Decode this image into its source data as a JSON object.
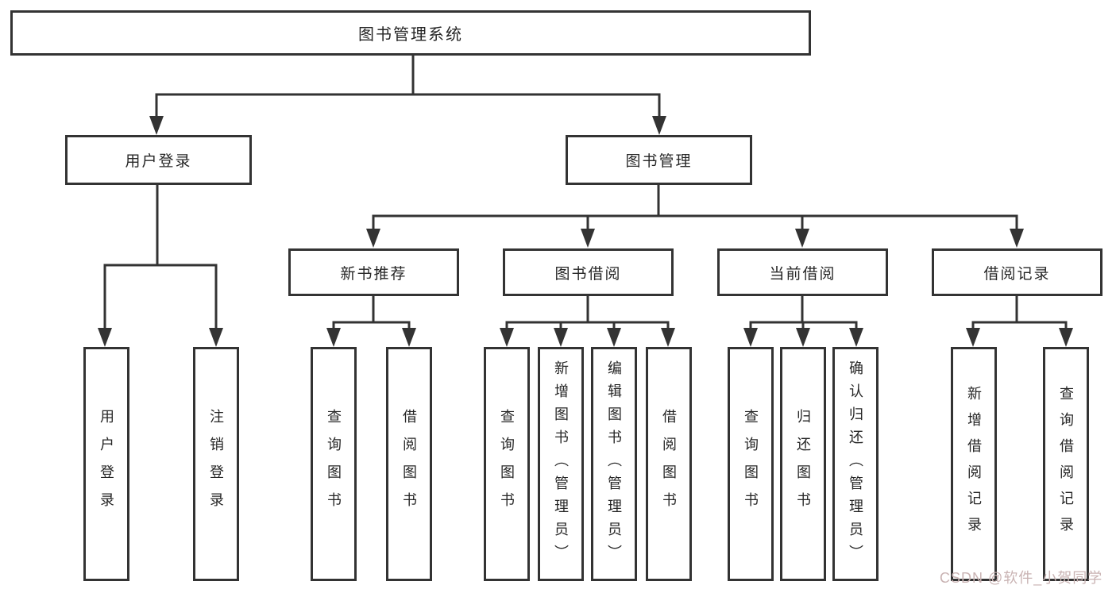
{
  "diagram": {
    "root": {
      "label": "图书管理系统"
    },
    "level2": [
      {
        "label": "用户登录"
      },
      {
        "label": "图书管理"
      }
    ],
    "level3": [
      {
        "label": "新书推荐",
        "parent": "图书管理"
      },
      {
        "label": "图书借阅",
        "parent": "图书管理"
      },
      {
        "label": "当前借阅",
        "parent": "图书管理"
      },
      {
        "label": "借阅记录",
        "parent": "图书管理"
      }
    ],
    "leaves": [
      {
        "label": "用户登录",
        "parent": "用户登录"
      },
      {
        "label": "注销登录",
        "parent": "用户登录"
      },
      {
        "label": "查询图书",
        "parent": "新书推荐"
      },
      {
        "label": "借阅图书",
        "parent": "新书推荐"
      },
      {
        "label": "查询图书",
        "parent": "图书借阅"
      },
      {
        "label": "新增图书（管理员）",
        "parent": "图书借阅"
      },
      {
        "label": "编辑图书（管理员）",
        "parent": "图书借阅"
      },
      {
        "label": "借阅图书",
        "parent": "图书借阅"
      },
      {
        "label": "查询图书",
        "parent": "当前借阅"
      },
      {
        "label": "归还图书",
        "parent": "当前借阅"
      },
      {
        "label": "确认归还（管理员）",
        "parent": "当前借阅"
      },
      {
        "label": "新增借阅记录",
        "parent": "借阅记录"
      },
      {
        "label": "查询借阅记录",
        "parent": "借阅记录"
      }
    ],
    "watermark": "CSDN @软件_小贺同学",
    "colors": {
      "line": "#333333",
      "box_border": "#333333",
      "text": "#262626",
      "watermark": "#c9b3b3",
      "background": "#ffffff"
    }
  }
}
